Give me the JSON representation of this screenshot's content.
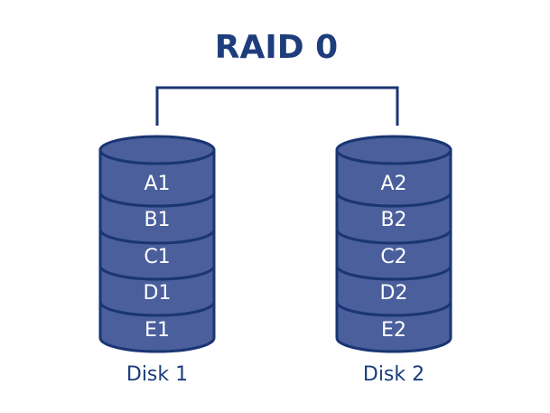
{
  "title": "RAID 0",
  "colors": {
    "fill": "#4a5f9c",
    "stroke": "#1a3573",
    "text_dark": "#1d3d7c",
    "text_light": "#ffffff"
  },
  "disks": [
    {
      "label": "Disk 1",
      "blocks": [
        "A1",
        "B1",
        "C1",
        "D1",
        "E1"
      ]
    },
    {
      "label": "Disk 2",
      "blocks": [
        "A2",
        "B2",
        "C2",
        "D2",
        "E2"
      ]
    }
  ]
}
